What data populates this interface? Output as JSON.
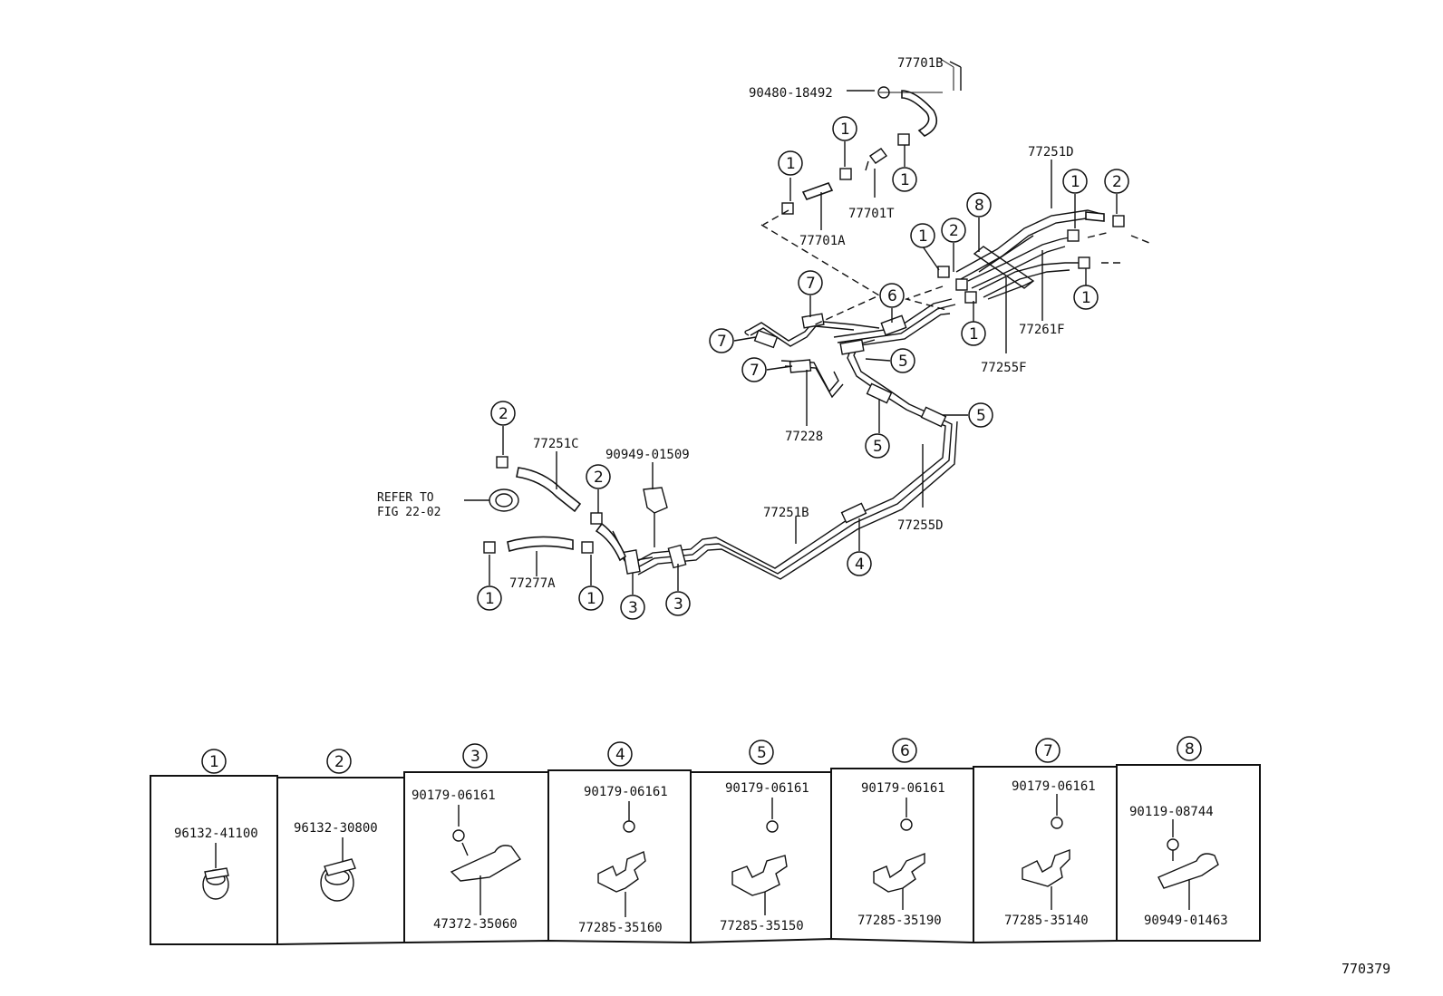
{
  "labels": {
    "p77701B": "77701B",
    "p90480": "90480-18492",
    "p77701T": "77701T",
    "p77701A": "77701A",
    "p77251D": "77251D",
    "p77261F": "77261F",
    "p77255F": "77255F",
    "p77228": "77228",
    "p77251C": "77251C",
    "p90949a": "90949-01509",
    "refer1": "REFER TO",
    "refer2": "FIG 22-02",
    "p77277A": "77277A",
    "p77251B": "77251B",
    "p77255D": "77255D"
  },
  "callouts": [
    "1",
    "2",
    "3",
    "4",
    "5",
    "6",
    "7",
    "8"
  ],
  "table": {
    "columns": [
      {
        "num": "1",
        "top": "96132-41100",
        "bottom": ""
      },
      {
        "num": "2",
        "top": "96132-30800",
        "bottom": ""
      },
      {
        "num": "3",
        "top": "90179-06161",
        "bottom": "47372-35060"
      },
      {
        "num": "4",
        "top": "90179-06161",
        "bottom": "77285-35160"
      },
      {
        "num": "5",
        "top": "90179-06161",
        "bottom": "77285-35150"
      },
      {
        "num": "6",
        "top": "90179-06161",
        "bottom": "77285-35190"
      },
      {
        "num": "7",
        "top": "90179-06161",
        "bottom": "77285-35140"
      },
      {
        "num": "8",
        "top": "90119-08744",
        "bottom": "90949-01463"
      }
    ]
  },
  "figure_id": "770379"
}
